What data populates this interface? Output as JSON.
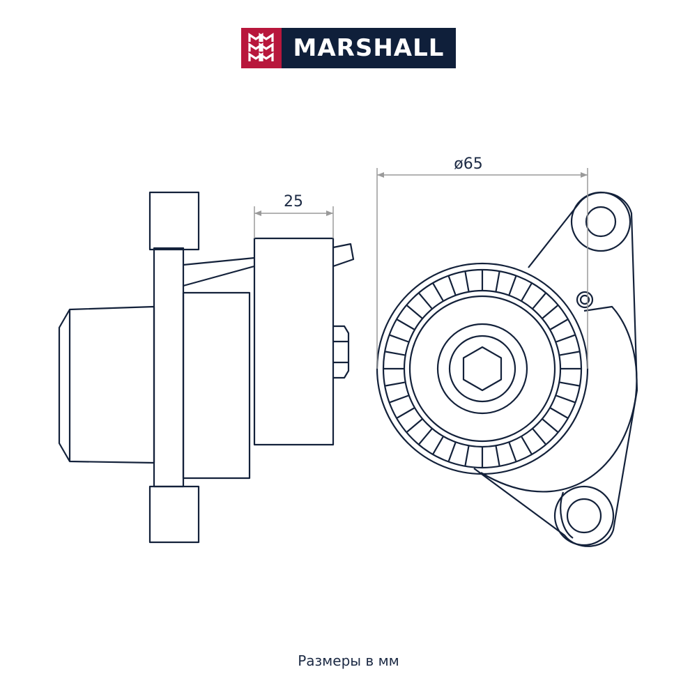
{
  "brand": {
    "name": "MARSHALL",
    "logo_mark": "MMM"
  },
  "dimensions": {
    "width_label": "25",
    "diameter_label": "ø65"
  },
  "caption": "Размеры в мм",
  "colors": {
    "brand_red": "#b8173c",
    "brand_navy": "#0f1f3a",
    "line": "#13213a",
    "dim_line": "#9a9a9a"
  }
}
